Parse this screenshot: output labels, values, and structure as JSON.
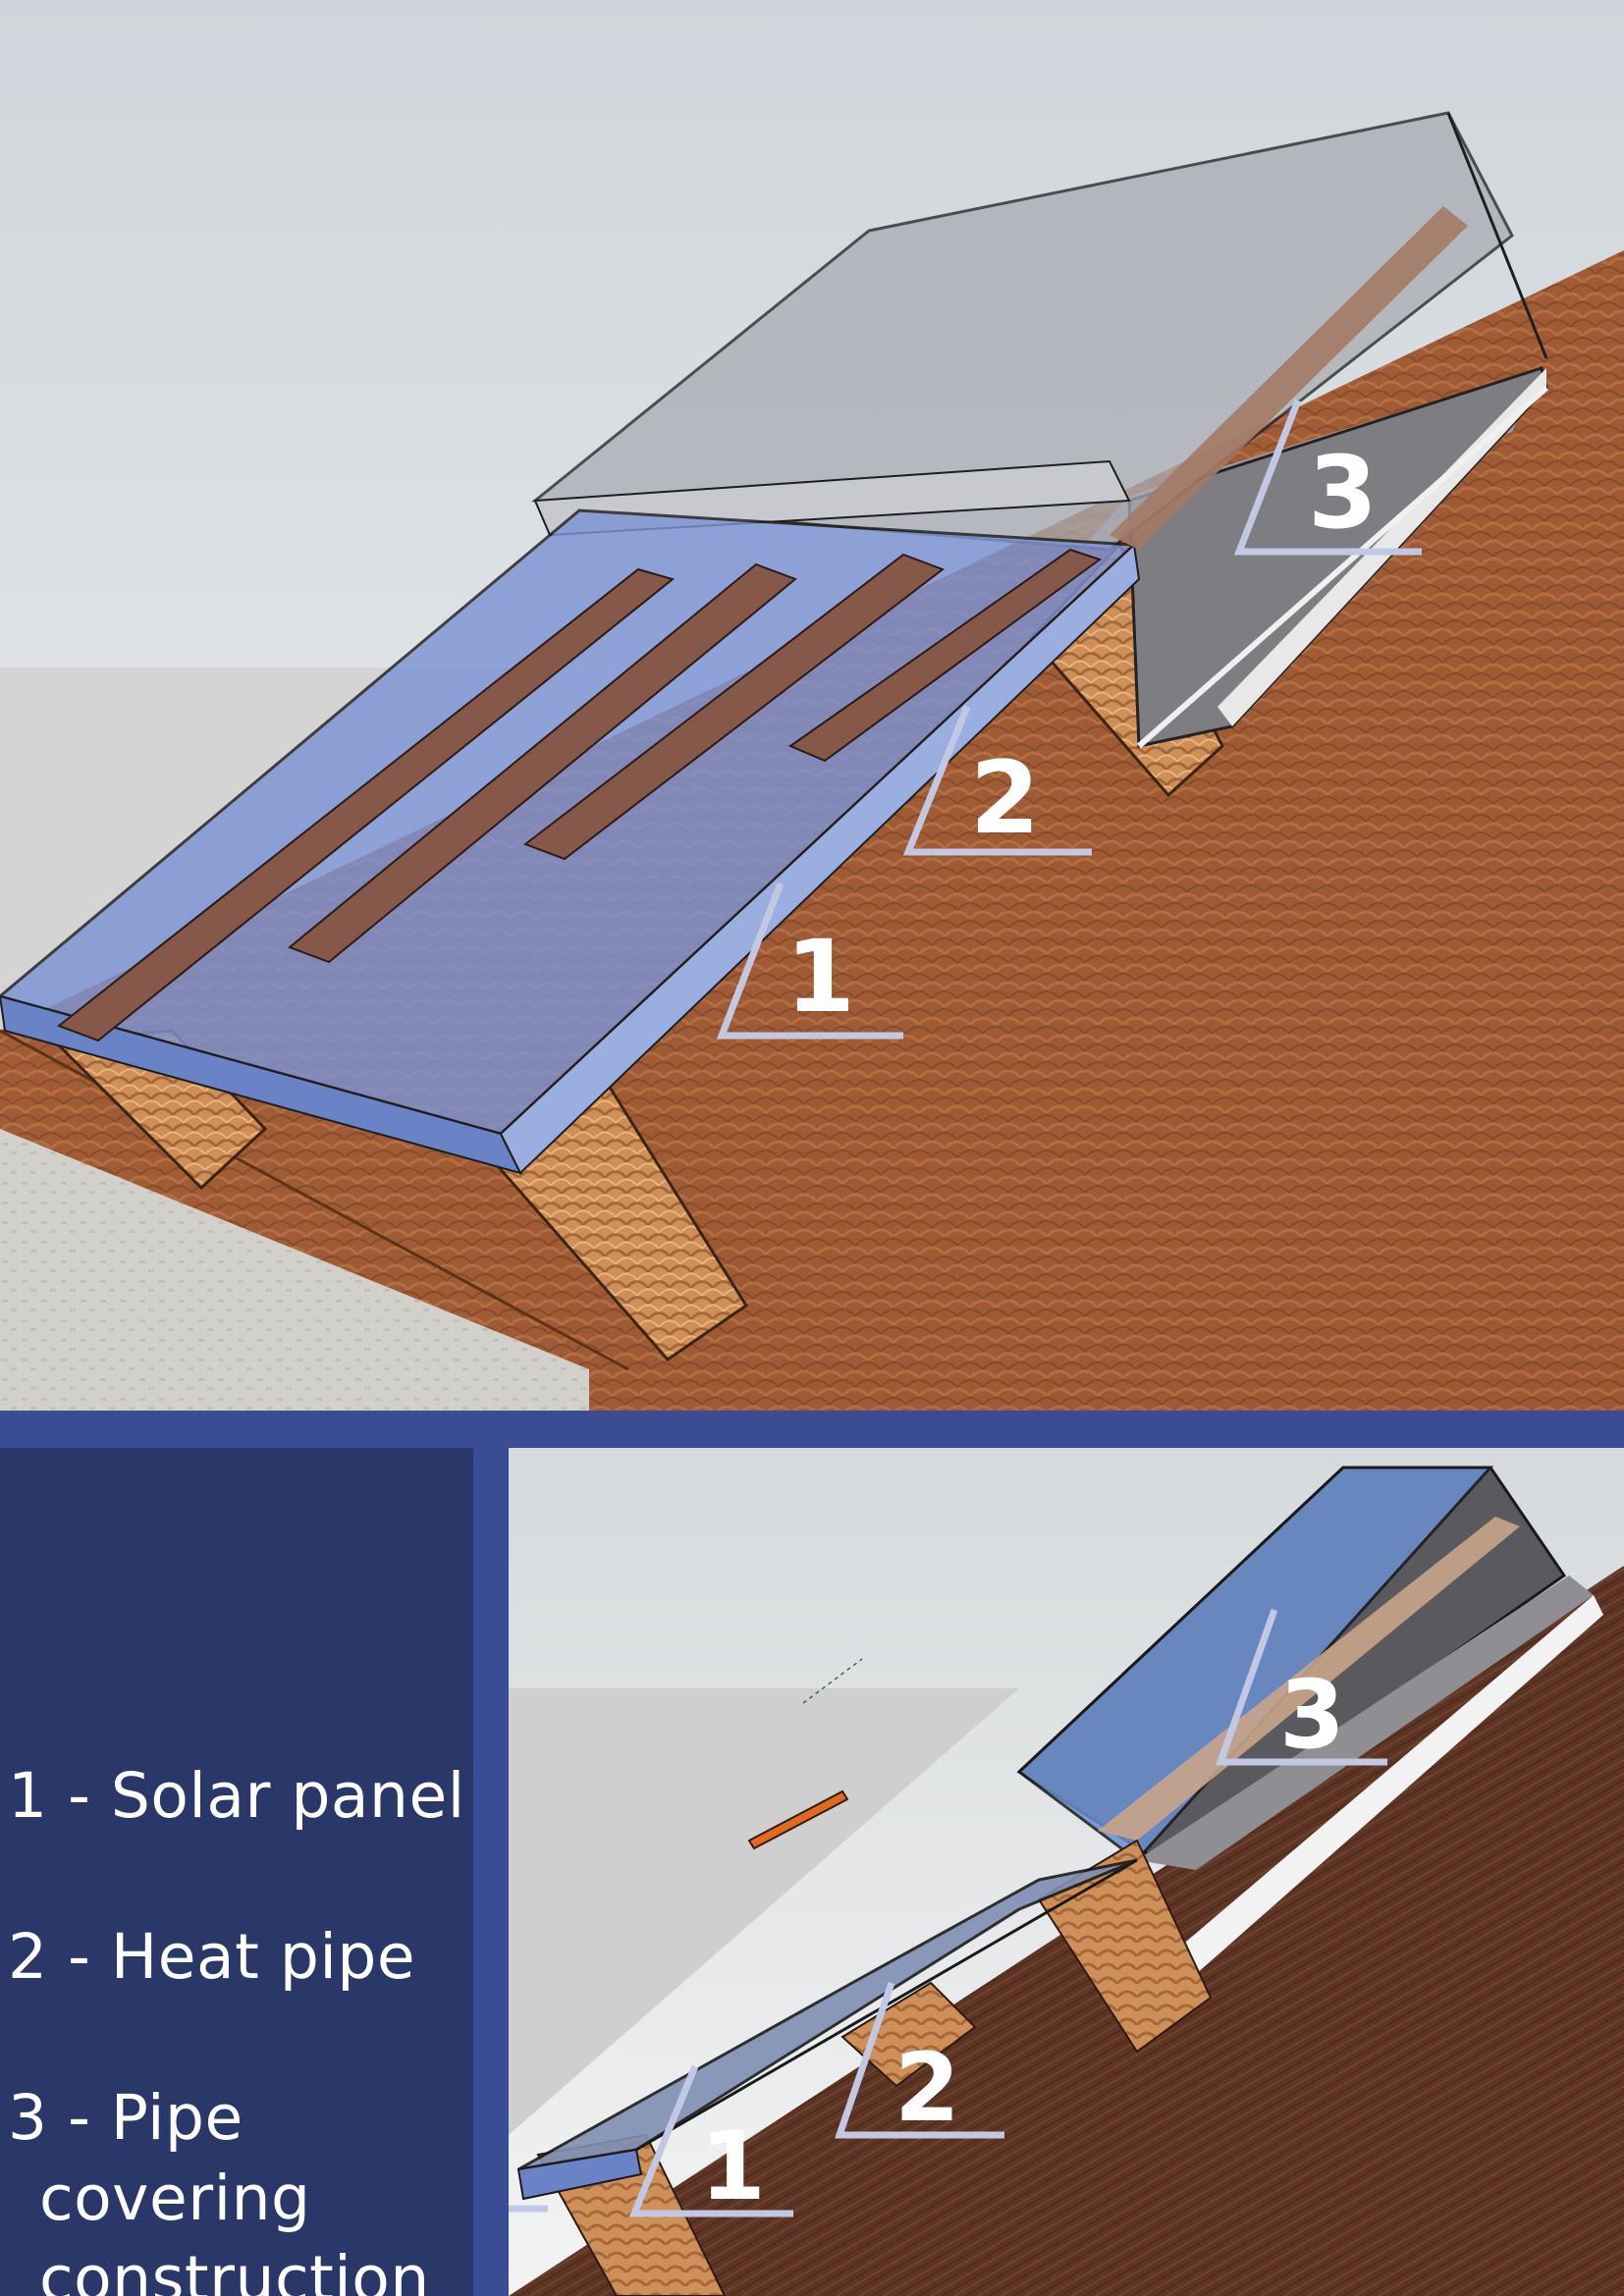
{
  "callouts": {
    "one": "1",
    "two": "2",
    "three": "3"
  },
  "legend": {
    "items": [
      {
        "main": "1 - Solar panel",
        "cont": ""
      },
      {
        "main": "2 - Heat pipe",
        "cont": ""
      },
      {
        "main": "3 - Pipe",
        "cont": "covering\nconstruction"
      }
    ]
  },
  "colors": {
    "frame": "#3a4d94",
    "legend_bg": "#293769",
    "roof": "#9c5a34",
    "glass": "#7d94d4",
    "pipe": "#86584a",
    "support": "#c98a55"
  }
}
